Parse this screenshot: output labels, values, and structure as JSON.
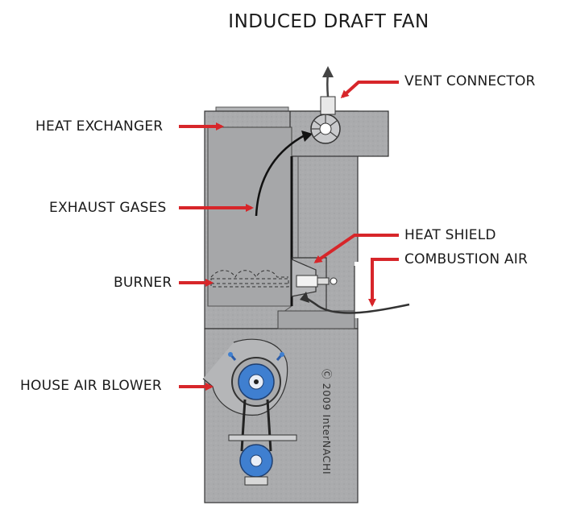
{
  "title": "INDUCED DRAFT FAN",
  "labels": {
    "vent_connector": "VENT CONNECTOR",
    "heat_exchanger": "HEAT EXCHANGER",
    "exhaust_gases": "EXHAUST GASES",
    "heat_shield": "HEAT SHIELD",
    "combustion_air": "COMBUSTION AIR",
    "burner": "BURNER",
    "house_air_blower": "HOUSE AIR BLOWER"
  },
  "copyright": "Ⓒ 2009  InterNACHI",
  "colors": {
    "cabinet": "#a9aaac",
    "outline": "#333333",
    "arrow": "#d7262a",
    "blower_motor": "#3f7fd0",
    "text": "#1a1a1a"
  }
}
